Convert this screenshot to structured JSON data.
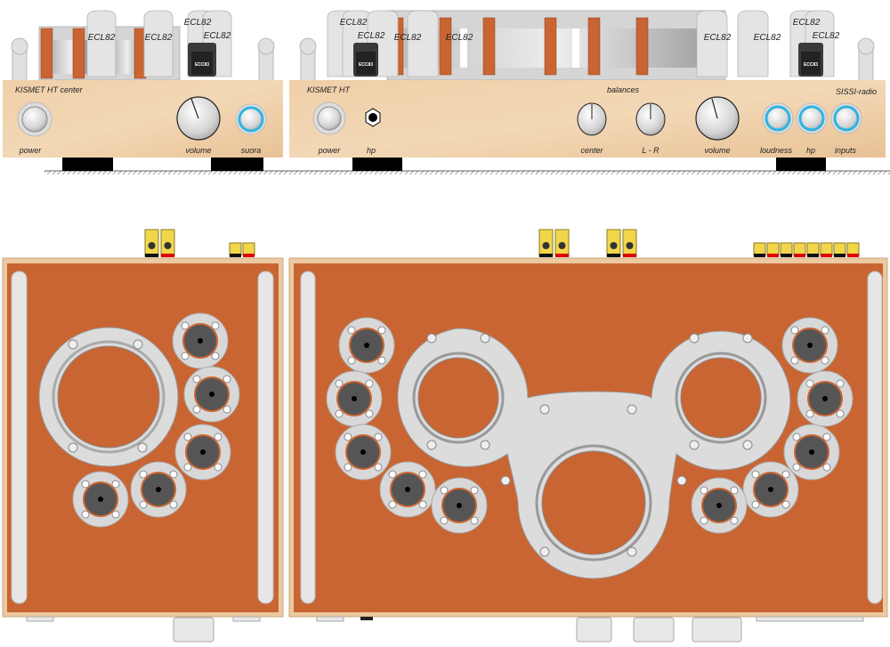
{
  "colors": {
    "wood": "#ecc9a0",
    "chassis": "#c96532",
    "ring": "#dcdcdc",
    "led": "#2fb4e0",
    "socket": "#555555"
  },
  "left_unit": {
    "title": "KISMET HT center",
    "tubes": [
      "ECL82",
      "ECL82",
      "ECL82",
      "ECL82"
    ],
    "small_tube": "ECC83",
    "controls": {
      "power": "power",
      "volume": "volume",
      "suora": "suora"
    }
  },
  "right_unit": {
    "title": "KISMET HT",
    "brand": "SISSI-radio",
    "group_label": "balances",
    "tubes": [
      "ECL82",
      "ECL82",
      "ECL82",
      "ECL82",
      "ECL82",
      "ECL82",
      "ECL82",
      "ECL82"
    ],
    "small_tube": "ECC83",
    "controls": {
      "power": "power",
      "hp_jack": "hp",
      "center": "center",
      "lr": "L - R",
      "volume": "volume",
      "loudness": "loudness",
      "hp": "hp",
      "inputs": "inputs"
    }
  }
}
